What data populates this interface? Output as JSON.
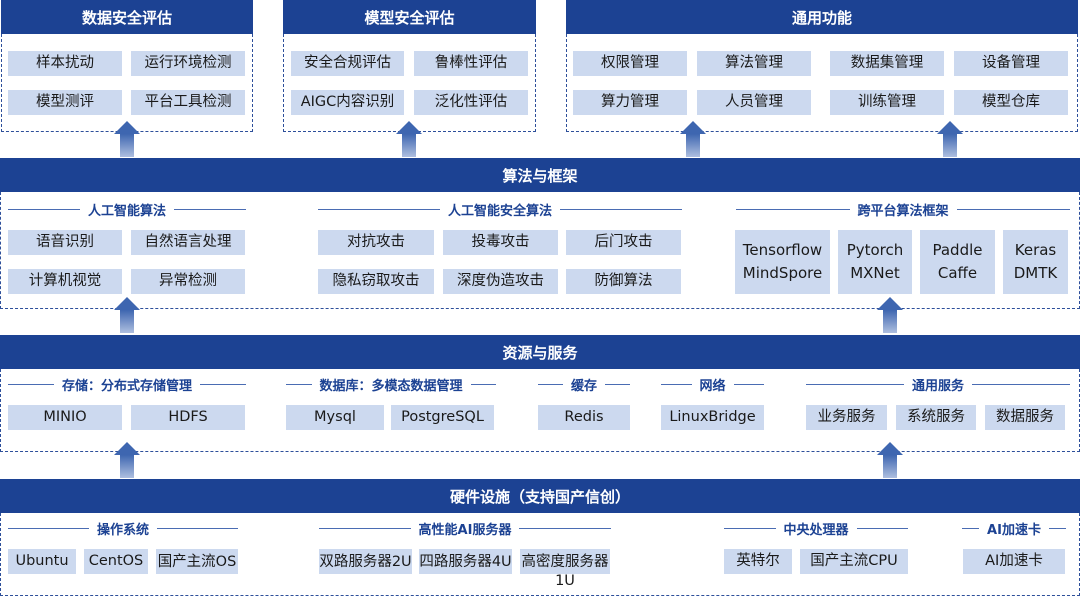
{
  "top_panels": {
    "data_security": {
      "title": "数据安全评估",
      "items": [
        "样本扰动",
        "运行环境检测",
        "模型测评",
        "平台工具检测"
      ]
    },
    "model_security": {
      "title": "模型安全评估",
      "items": [
        "安全合规评估",
        "鲁棒性评估",
        "AIGC内容识别",
        "泛化性评估"
      ]
    },
    "general": {
      "title": "通用功能",
      "items": [
        "权限管理",
        "算法管理",
        "数据集管理",
        "设备管理",
        "算力管理",
        "人员管理",
        "训练管理",
        "模型仓库"
      ]
    }
  },
  "algorithms": {
    "title": "算法与框架",
    "ai_algorithms": {
      "label": "人工智能算法",
      "items": [
        "语音识别",
        "自然语言处理",
        "计算机视觉",
        "异常检测"
      ]
    },
    "ai_security_algorithms": {
      "label": "人工智能安全算法",
      "items": [
        "对抗攻击",
        "投毒攻击",
        "后门攻击",
        "隐私窃取攻击",
        "深度伪造攻击",
        "防御算法"
      ]
    },
    "frameworks": {
      "label": "跨平台算法框架",
      "items": [
        [
          "Tensorflow",
          "MindSpore"
        ],
        [
          "Pytorch",
          "MXNet"
        ],
        [
          "Paddle",
          "Caffe"
        ],
        [
          "Keras",
          "DMTK"
        ]
      ]
    }
  },
  "resources": {
    "title": "资源与服务",
    "storage": {
      "label": "存储：分布式存储管理",
      "items": [
        "MINIO",
        "HDFS"
      ]
    },
    "database": {
      "label": "数据库：多模态数据管理",
      "items": [
        "Mysql",
        "PostgreSQL"
      ]
    },
    "cache": {
      "label": "缓存",
      "items": [
        "Redis"
      ]
    },
    "network": {
      "label": "网络",
      "items": [
        "LinuxBridge"
      ]
    },
    "common_services": {
      "label": "通用服务",
      "items": [
        "业务服务",
        "系统服务",
        "数据服务"
      ]
    }
  },
  "hardware": {
    "title": "硬件设施（支持国产信创）",
    "os": {
      "label": "操作系统",
      "items": [
        "Ubuntu",
        "CentOS",
        "国产主流OS"
      ]
    },
    "ai_servers": {
      "label": "高性能AI服务器",
      "items": [
        "双路服务器2U",
        "四路服务器4U",
        "高密度服务器1U"
      ]
    },
    "cpu": {
      "label": "中央处理器",
      "items": [
        "英特尔",
        "国产主流CPU"
      ]
    },
    "ai_card": {
      "label": "AI加速卡",
      "items": [
        "AI加速卡"
      ]
    }
  },
  "colors": {
    "header": "#1c4293",
    "box": "#ccd9ef",
    "border": "#2d4f9a",
    "arrow": "#3e66b0"
  }
}
